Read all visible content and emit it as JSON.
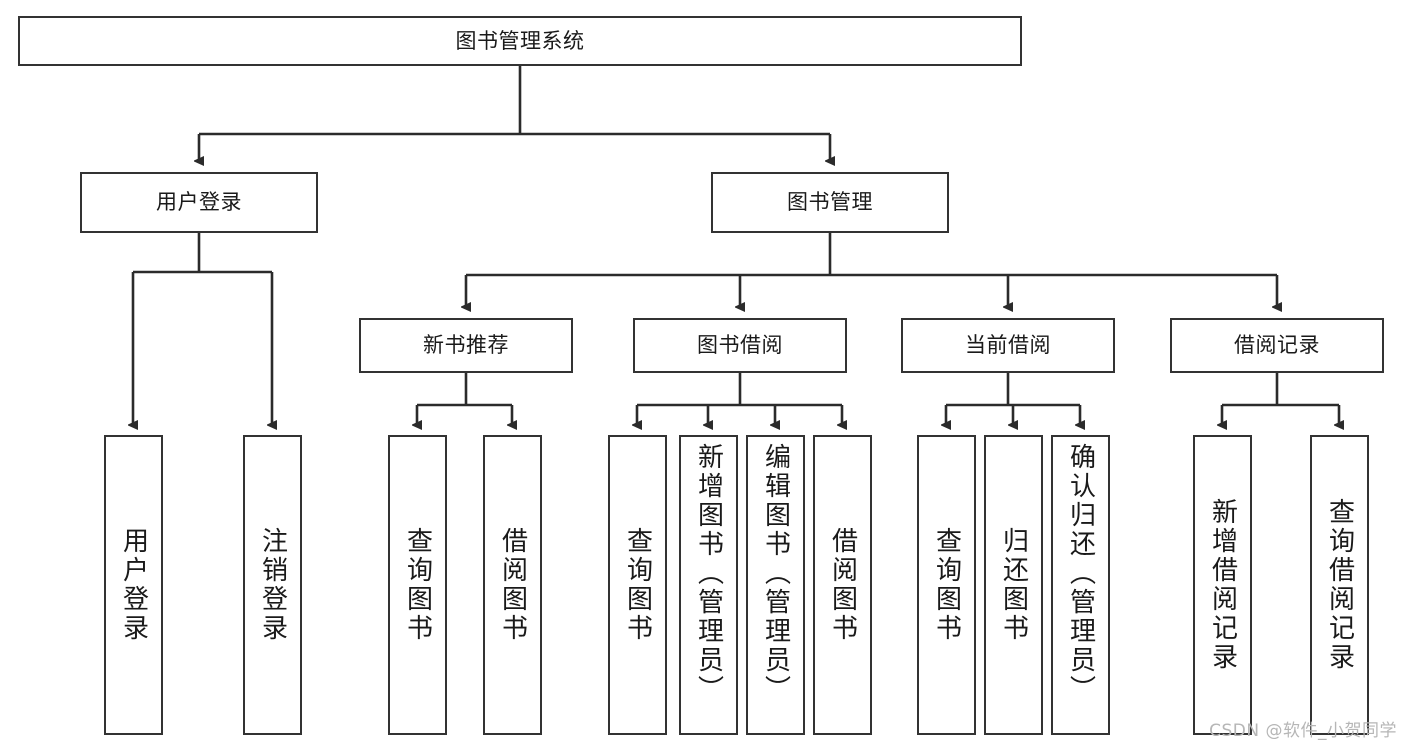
{
  "diagram": {
    "type": "hierarchy-tree",
    "title": "图书管理系统",
    "watermark": "CSDN @软件_小贺同学",
    "colors": {
      "background": "#ffffff",
      "box_border": "#333333",
      "box_fill": "#ffffff",
      "edge": "#2b2b2b",
      "text": "#1a1a1a",
      "watermark": "#b6b6b6"
    },
    "nodes": {
      "root": {
        "label": "图书管理系统"
      },
      "level2": [
        {
          "id": "user-login",
          "label": "用户登录"
        },
        {
          "id": "book-manage",
          "label": "图书管理"
        }
      ],
      "level3": [
        {
          "id": "new-book-recommend",
          "label": "新书推荐"
        },
        {
          "id": "book-borrow",
          "label": "图书借阅"
        },
        {
          "id": "current-borrow",
          "label": "当前借阅"
        },
        {
          "id": "borrow-record",
          "label": "借阅记录"
        }
      ],
      "leaves": {
        "user-login": [
          {
            "id": "leaf-user-login",
            "label": "用户登录"
          },
          {
            "id": "leaf-logout",
            "label": "注销登录"
          }
        ],
        "new-book-recommend": [
          {
            "id": "leaf-query-book-1",
            "label": "查询图书"
          },
          {
            "id": "leaf-borrow-book-1",
            "label": "借阅图书"
          }
        ],
        "book-borrow": [
          {
            "id": "leaf-query-book-2",
            "label": "查询图书"
          },
          {
            "id": "leaf-add-book",
            "label": "新增图书（管理员）"
          },
          {
            "id": "leaf-edit-book",
            "label": "编辑图书（管理员）"
          },
          {
            "id": "leaf-borrow-book-2",
            "label": "借阅图书"
          }
        ],
        "current-borrow": [
          {
            "id": "leaf-query-book-3",
            "label": "查询图书"
          },
          {
            "id": "leaf-return-book",
            "label": "归还图书"
          },
          {
            "id": "leaf-confirm-return",
            "label": "确认归还（管理员）"
          }
        ],
        "borrow-record": [
          {
            "id": "leaf-add-record",
            "label": "新增借阅记录"
          },
          {
            "id": "leaf-query-record",
            "label": "查询借阅记录"
          }
        ]
      }
    },
    "edges": [
      {
        "from": "图书管理系统",
        "to": "用户登录"
      },
      {
        "from": "图书管理系统",
        "to": "图书管理"
      },
      {
        "from": "图书管理",
        "to": "新书推荐"
      },
      {
        "from": "图书管理",
        "to": "图书借阅"
      },
      {
        "from": "图书管理",
        "to": "当前借阅"
      },
      {
        "from": "图书管理",
        "to": "借阅记录"
      },
      {
        "from": "用户登录",
        "to": "用户登录"
      },
      {
        "from": "用户登录",
        "to": "注销登录"
      },
      {
        "from": "新书推荐",
        "to": "查询图书"
      },
      {
        "from": "新书推荐",
        "to": "借阅图书"
      },
      {
        "from": "图书借阅",
        "to": "查询图书"
      },
      {
        "from": "图书借阅",
        "to": "新增图书（管理员）"
      },
      {
        "from": "图书借阅",
        "to": "编辑图书（管理员）"
      },
      {
        "from": "图书借阅",
        "to": "借阅图书"
      },
      {
        "from": "当前借阅",
        "to": "查询图书"
      },
      {
        "from": "当前借阅",
        "to": "归还图书"
      },
      {
        "from": "当前借阅",
        "to": "确认归还（管理员）"
      },
      {
        "from": "借阅记录",
        "to": "新增借阅记录"
      },
      {
        "from": "借阅记录",
        "to": "查询借阅记录"
      }
    ]
  }
}
